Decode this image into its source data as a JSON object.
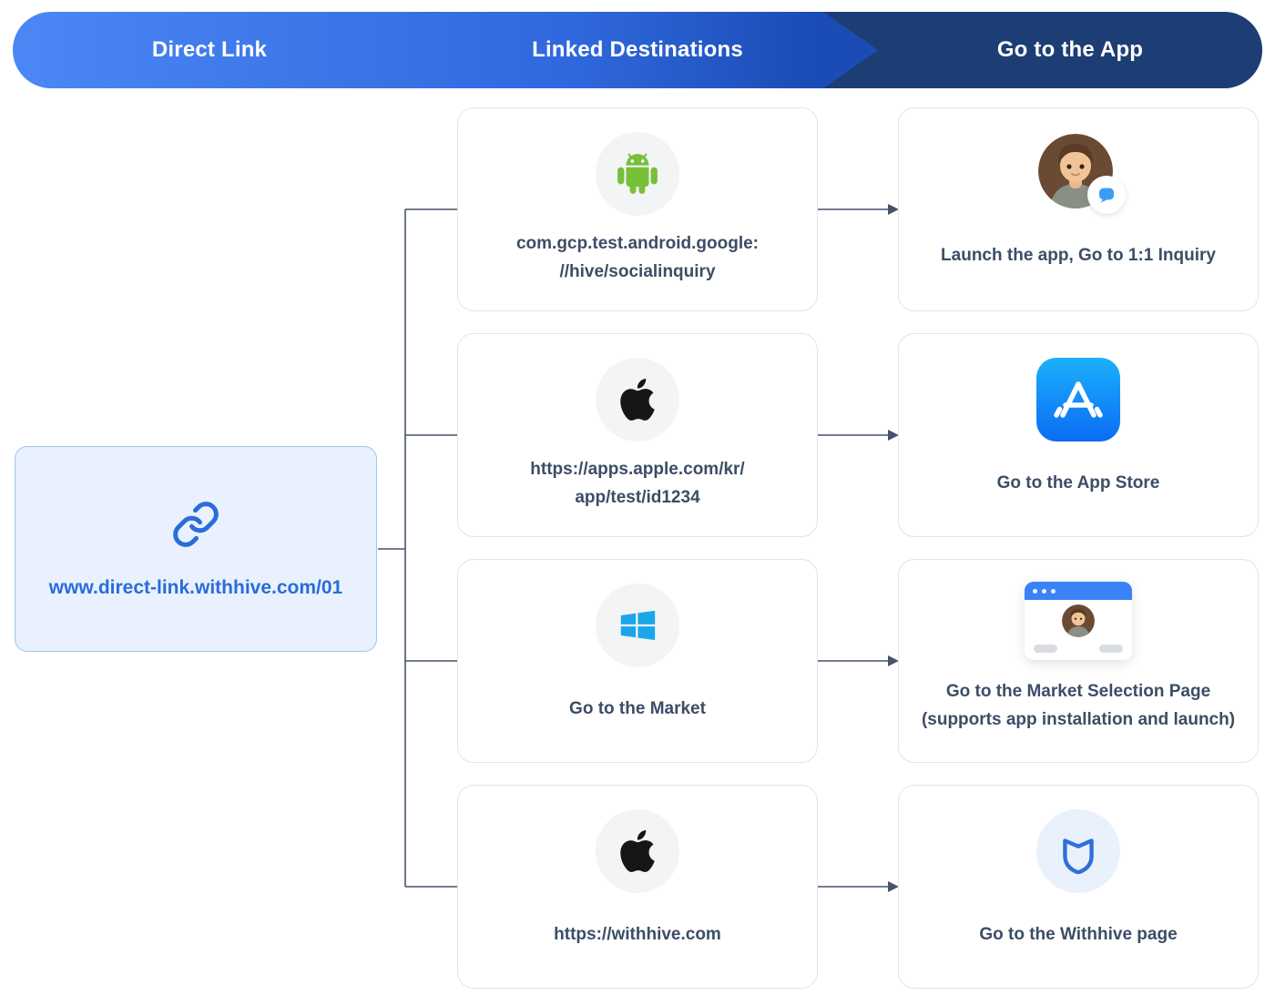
{
  "header": {
    "col1": "Direct Link",
    "col2": "Linked Destinations",
    "col3": "Go to the App"
  },
  "direct_link": {
    "icon": "link-icon",
    "url": "www.direct-link.withhive.com/01"
  },
  "destinations": [
    {
      "icon": "android-icon",
      "line1": "com.gcp.test.android.google:",
      "line2": "//hive/socialinquiry"
    },
    {
      "icon": "apple-icon",
      "line1": "https://apps.apple.com/kr/",
      "line2": "app/test/id1234"
    },
    {
      "icon": "windows-icon",
      "line1": "Go to the Market",
      "line2": ""
    },
    {
      "icon": "apple-icon",
      "line1": "https://withhive.com",
      "line2": ""
    }
  ],
  "results": [
    {
      "icon": "character-avatar-chat-icon",
      "line1": "Launch the app, Go to 1:1 Inquiry",
      "line2": ""
    },
    {
      "icon": "app-store-icon",
      "line1": "Go to the App Store",
      "line2": ""
    },
    {
      "icon": "browser-market-illustration",
      "line1": "Go to the Market Selection Page",
      "line2": "(supports app installation and launch)"
    },
    {
      "icon": "shield-icon",
      "line1": "Go to the Withhive page",
      "line2": ""
    }
  ],
  "colors": {
    "banner_gradient_start": "#4b87f5",
    "banner_gradient_mid": "#2f68dd",
    "banner_dark": "#1d3e74",
    "link_blue": "#2a6cd9",
    "card_text": "#3d4d66",
    "direct_card_bg": "#e8f1fd",
    "direct_card_border": "#9fc3f3",
    "android_green": "#78bf3a",
    "windows_blue": "#1ba6ea",
    "appstore_top": "#1cb0fb",
    "appstore_bottom": "#0b6cf4",
    "shield_blue": "#2f6fdc",
    "browser_bar_blue": "#3b82f6",
    "connector": "#47536b"
  }
}
